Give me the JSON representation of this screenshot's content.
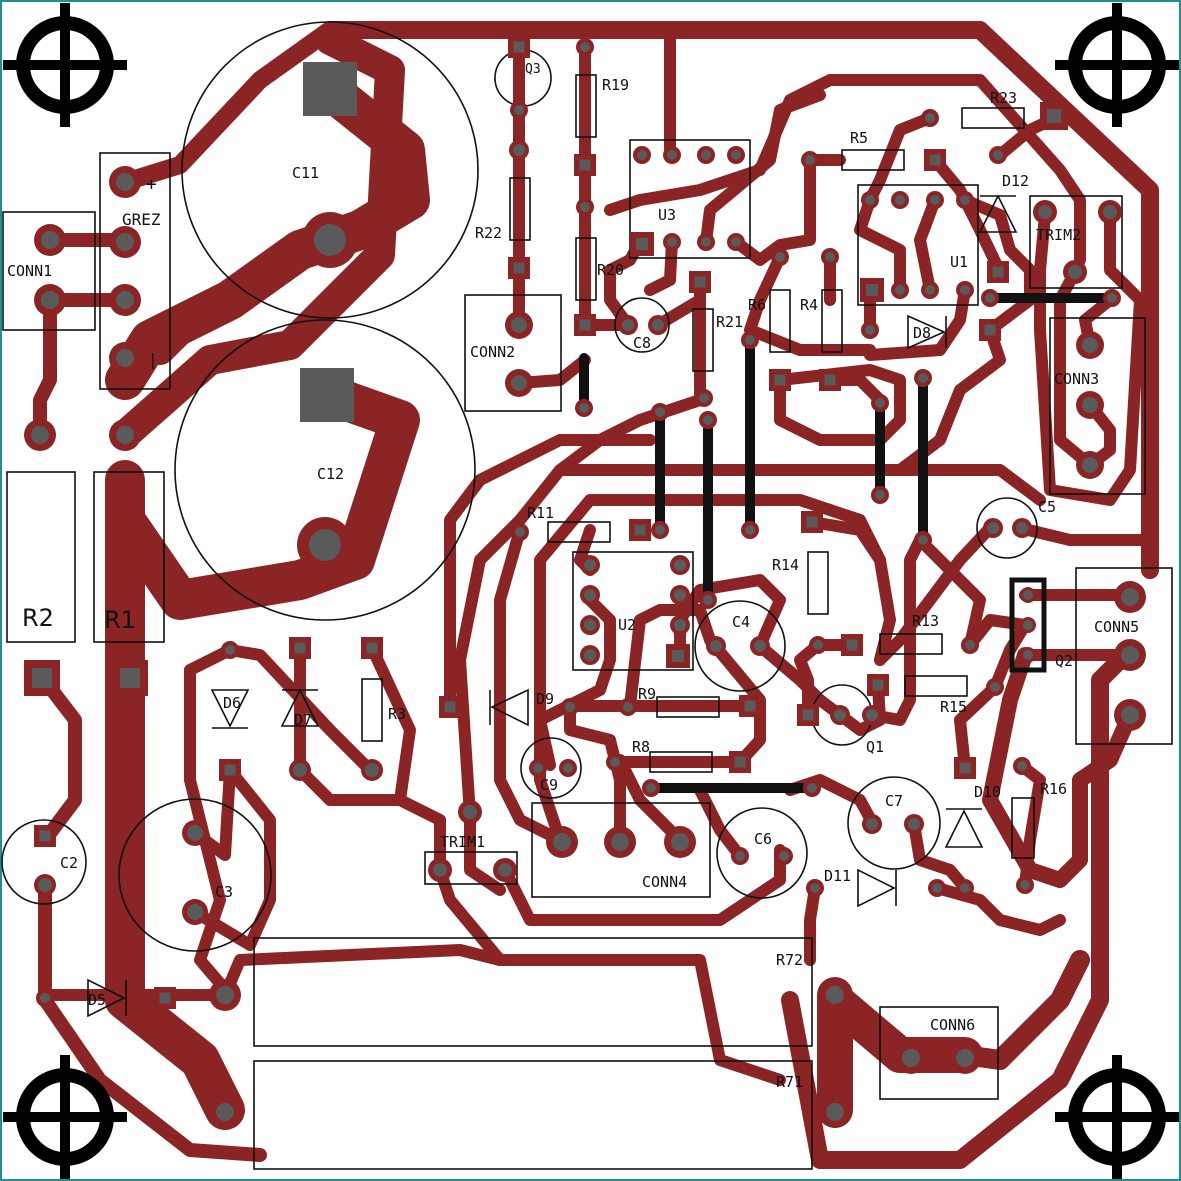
{
  "board": {
    "frame_color": "#1f8f8f",
    "copper_color": "#8b2424",
    "pad_hole_color": "#5a5a5a",
    "silkscreen_color": "#111111",
    "mounting_holes": [
      "crosshair-icon",
      "crosshair-icon",
      "crosshair-icon",
      "crosshair-icon"
    ]
  },
  "labels": {
    "c11": "C11",
    "c12": "C12",
    "conn1": "CONN1",
    "grez": "GREZ",
    "plus": "+",
    "minus": "|",
    "r2": "R2",
    "r1": "R1",
    "q3": "Q3",
    "r19": "R19",
    "r22": "R22",
    "r20": "R20",
    "u3": "U3",
    "conn2": "CONN2",
    "c8": "C8",
    "r21": "R21",
    "r6": "R6",
    "r4": "R4",
    "r5": "R5",
    "r23": "R23",
    "d12": "D12",
    "trim2": "TRIM2",
    "u1": "U1",
    "d8": "D8",
    "conn3": "CONN3",
    "c5": "C5",
    "r11": "R11",
    "u2": "U2",
    "c4": "C4",
    "r14": "R14",
    "r13": "R13",
    "conn5": "CONN5",
    "q2": "Q2",
    "d9": "D9",
    "r9": "R9",
    "r15": "R15",
    "q1": "Q1",
    "d6": "D6",
    "d7": "D7",
    "r3": "R3",
    "c9": "C9",
    "r8": "R8",
    "c7": "C7",
    "d10": "D10",
    "r16": "R16",
    "c2": "C2",
    "c3": "C3",
    "trim1": "TRIM1",
    "conn4": "CONN4",
    "c6": "C6",
    "d11": "D11",
    "d5": "D5",
    "r72": "R72",
    "r71": "R71",
    "conn6": "CONN6"
  }
}
